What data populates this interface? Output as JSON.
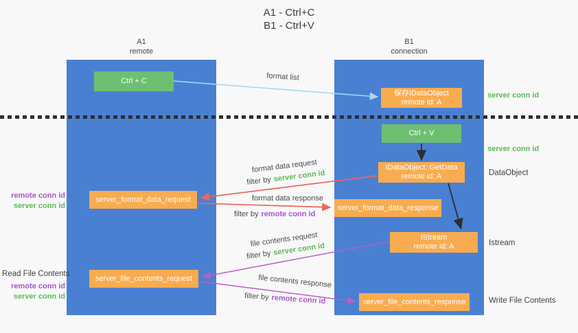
{
  "title": {
    "line1": "A1 - Ctrl+C",
    "line2": "B1 - Ctrl+V"
  },
  "columns": {
    "left": {
      "title": "A1",
      "subtitle": "remote"
    },
    "right": {
      "title": "B1",
      "subtitle": "connection"
    }
  },
  "nodes": {
    "ctrl_c": {
      "label": "Ctrl + C"
    },
    "save_idataobject": {
      "line1": "保存IDataObject",
      "line2": "remote id: A"
    },
    "ctrl_v": {
      "label": "Ctrl + V"
    },
    "idataobject_getdata": {
      "line1": "IDataObject::GetData",
      "line2": "remote id: A"
    },
    "server_format_data_request": {
      "label": "server_format_data_request"
    },
    "server_format_data_response": {
      "label": "server_format_data_response"
    },
    "istream": {
      "line1": "IStream",
      "line2": "remote id: A"
    },
    "server_file_contents_request": {
      "label": "server_file_contents_request"
    },
    "server_file_contents_response": {
      "label": "server_file_contents_response"
    }
  },
  "edge_labels": {
    "format_list": "format list",
    "format_data_request": "format data request",
    "format_data_response": "format data response",
    "file_contents_request": "file contents request",
    "file_contents_response": "file contents response",
    "filter_by": "filter by",
    "server_conn_id": "server conn id",
    "remote_conn_id": "remote conn id"
  },
  "annotations": {
    "right": {
      "server_conn_id_top": "server conn id",
      "server_conn_id_mid": "server conn id",
      "dataobject": "DataObject",
      "istream": "Istream",
      "write_file_contents": "Write File Contents"
    },
    "left": {
      "remote_conn_id_top": "remote conn id",
      "server_conn_id_top": "server conn id",
      "read_file_contents": "Read File Contents",
      "remote_conn_id_bottom": "remote conn id",
      "server_conn_id_bottom": "server conn id"
    }
  },
  "colors": {
    "column_blue": "#4a80d2",
    "node_green": "#6fbf72",
    "node_orange": "#f9ac4f",
    "arrow_red": "#e8685e",
    "arrow_purple": "#b95fc4",
    "arrow_lightblue": "#a9d6f2",
    "arrow_black": "#2d2d2d",
    "text_green": "#5cb85c",
    "text_purple": "#a855c8",
    "dotted_line": "#2e2e2e"
  }
}
